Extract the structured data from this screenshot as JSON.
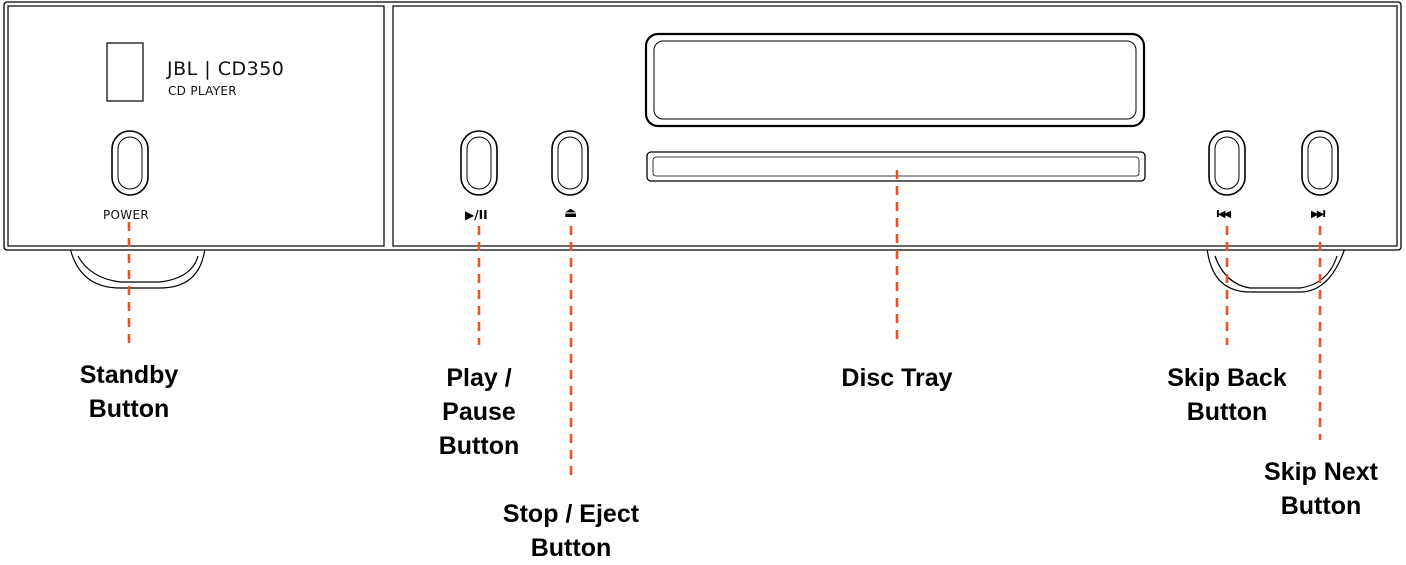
{
  "device": {
    "brand": "JBL | CD350",
    "model_subtitle": "CD PLAYER",
    "power_panel_label": "POWER",
    "play_pause_symbol": "▶/II",
    "eject_symbol": "⏏",
    "skip_back_symbol": "I◀◀",
    "skip_next_symbol": "▶▶I"
  },
  "callouts": {
    "standby": [
      "Standby",
      "Button"
    ],
    "play_pause": [
      "Play /",
      "Pause",
      "Button"
    ],
    "stop_eject": [
      "Stop / Eject",
      "Button"
    ],
    "disc_tray": [
      "Disc Tray"
    ],
    "skip_back": [
      "Skip Back",
      "Button"
    ],
    "skip_next": [
      "Skip Next",
      "Button"
    ]
  },
  "colors": {
    "leader_line": "#e8542a",
    "outline": "#000000"
  }
}
